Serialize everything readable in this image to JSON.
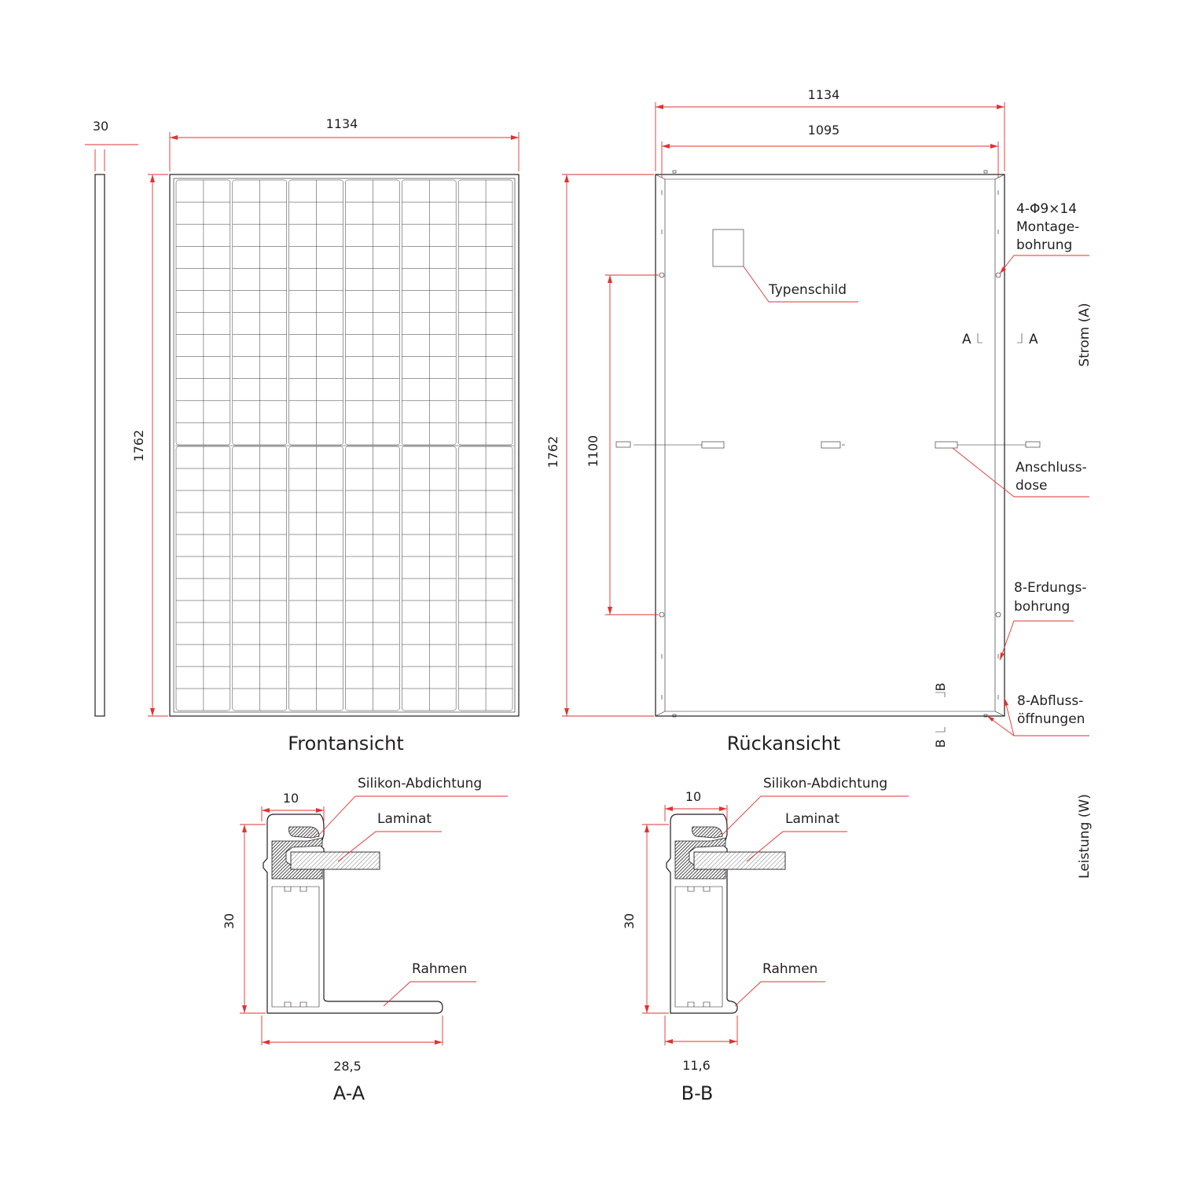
{
  "side_view": {
    "thickness": "30"
  },
  "front_view": {
    "title": "Frontansicht",
    "width": "1134",
    "height": "1762"
  },
  "rear_view": {
    "title": "Rückansicht",
    "width_outer": "1134",
    "width_inner": "1095",
    "height": "1762",
    "hole_spacing": "1100",
    "section_mark_a": "A",
    "section_mark_b": "B",
    "labels": {
      "typenschild": "Typenschild",
      "mounting_line1": "4-Φ9×14",
      "mounting_line2": "Montage-",
      "mounting_line3": "bohrung",
      "junction_line1": "Anschluss-",
      "junction_line2": "dose",
      "grounding_line1": "8-Erdungs-",
      "grounding_line2": "bohrung",
      "drain_line1": "8-Abfluss-",
      "drain_line2": "öffnungen"
    }
  },
  "side_labels": {
    "current": "Strom (A)",
    "power": "Leistung (W)"
  },
  "section_aa": {
    "title": "A-A",
    "top_width": "10",
    "height": "30",
    "base_width": "28,5",
    "labels": {
      "sealant": "Silikon-Abdichtung",
      "laminate": "Laminat",
      "frame": "Rahmen"
    }
  },
  "section_bb": {
    "title": "B-B",
    "top_width": "10",
    "height": "30",
    "base_width": "11,6",
    "labels": {
      "sealant": "Silikon-Abdichtung",
      "laminate": "Laminat",
      "frame": "Rahmen"
    }
  },
  "colors": {
    "line": "#231f20",
    "dimension": "#e23232"
  }
}
